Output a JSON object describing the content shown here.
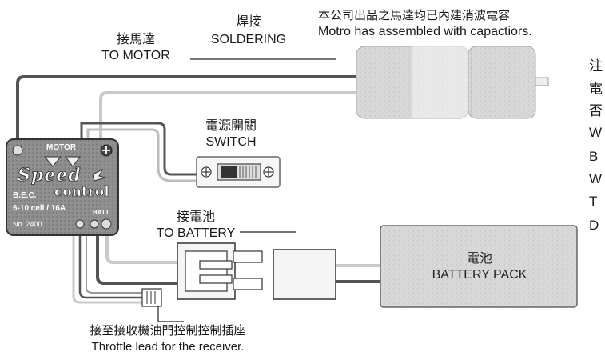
{
  "capacitor_note": {
    "zh": "本公司出品之馬達均已內建消波電容",
    "en": "Motro has assembled with capactiors."
  },
  "motor_label": {
    "zh": "接馬達",
    "en": "TO MOTOR"
  },
  "solder_label": {
    "zh": "焊接",
    "en": "SOLDERING"
  },
  "switch_label": {
    "zh": "電源開關",
    "en": "SWITCH"
  },
  "battery_label": {
    "zh": "接電池",
    "en": "TO BATTERY"
  },
  "battery_pack": {
    "zh": "電池",
    "en": "BATTERY PACK"
  },
  "receiver_label": {
    "zh": "接至接收機油門控制控制插座",
    "en": "Throttle lead for the receiver."
  },
  "esc": {
    "motor": "MOTOR",
    "brand1": "Speed",
    "brand2": "control",
    "bec": "B.E.C.",
    "spec": "6-10 cell / 16A",
    "batt": "BATT.",
    "model": "No. 2400"
  },
  "side_text": [
    "注",
    "電",
    "否",
    "W",
    "B",
    "W",
    "T",
    "D"
  ],
  "colors": {
    "wire_dark": "#555555",
    "wire_light": "#c8c8c8",
    "esc_fill": "#8a8a8a",
    "component_fill": "#d4d4d4"
  }
}
